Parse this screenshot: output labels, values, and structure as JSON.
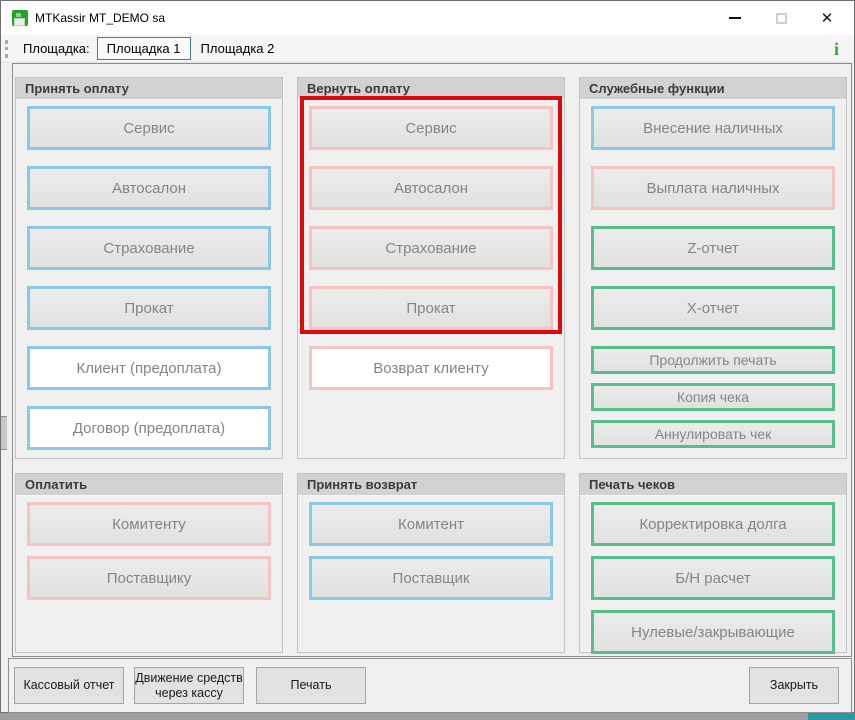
{
  "window": {
    "title": "MTKassir MT_DEMO sa",
    "icons": {
      "app": "cash-register-icon",
      "minimize": "minimize-line",
      "maximize": "maximize-square",
      "close": "✕"
    }
  },
  "toolbar": {
    "label": "Площадка:",
    "tabs": [
      {
        "label": "Площадка 1",
        "selected": true
      },
      {
        "label": "Площадка 2",
        "selected": false
      }
    ],
    "info_icon": "i"
  },
  "groups": [
    {
      "title": "Принять оплату",
      "buttons": [
        {
          "label": "Сервис"
        },
        {
          "label": "Автосалон"
        },
        {
          "label": "Страхование"
        },
        {
          "label": "Прокат"
        },
        {
          "label": "Клиент (предоплата)"
        },
        {
          "label": "Договор (предоплата)"
        }
      ]
    },
    {
      "title": "Вернуть оплату",
      "highlighted_buttons": "first four framed in red",
      "buttons": [
        {
          "label": "Сервис"
        },
        {
          "label": "Автосалон"
        },
        {
          "label": "Страхование"
        },
        {
          "label": "Прокат"
        },
        {
          "label": "Возврат клиенту"
        }
      ]
    },
    {
      "title": "Служебные функции",
      "buttons": [
        {
          "label": "Внесение наличных"
        },
        {
          "label": "Выплата наличных"
        },
        {
          "label": "Z-отчет"
        },
        {
          "label": "X-отчет"
        },
        {
          "label": "Продолжить печать"
        },
        {
          "label": "Копия чека"
        },
        {
          "label": "Аннулировать чек"
        }
      ]
    },
    {
      "title": "Оплатить",
      "buttons": [
        {
          "label": "Комитенту"
        },
        {
          "label": "Поставщику"
        }
      ]
    },
    {
      "title": "Принять возврат",
      "buttons": [
        {
          "label": "Комитент"
        },
        {
          "label": "Поставщик"
        }
      ]
    },
    {
      "title": "Печать чеков",
      "buttons": [
        {
          "label": "Корректировка долга"
        },
        {
          "label": "Б/Н расчет"
        },
        {
          "label": "Нулевые/закрывающие"
        }
      ]
    }
  ],
  "footer": {
    "buttons": [
      "Кассовый отчет",
      "Движение средств через кассу",
      "Печать"
    ],
    "close_label": "Закрыть"
  },
  "colors": {
    "accent_blue": "#8BC7E7",
    "accent_pink": "#F6C3C1",
    "accent_green": "#56BF8C",
    "highlight_red": "#DE0909",
    "info_green": "#3EA440",
    "app_icon_green": "#27A327"
  }
}
